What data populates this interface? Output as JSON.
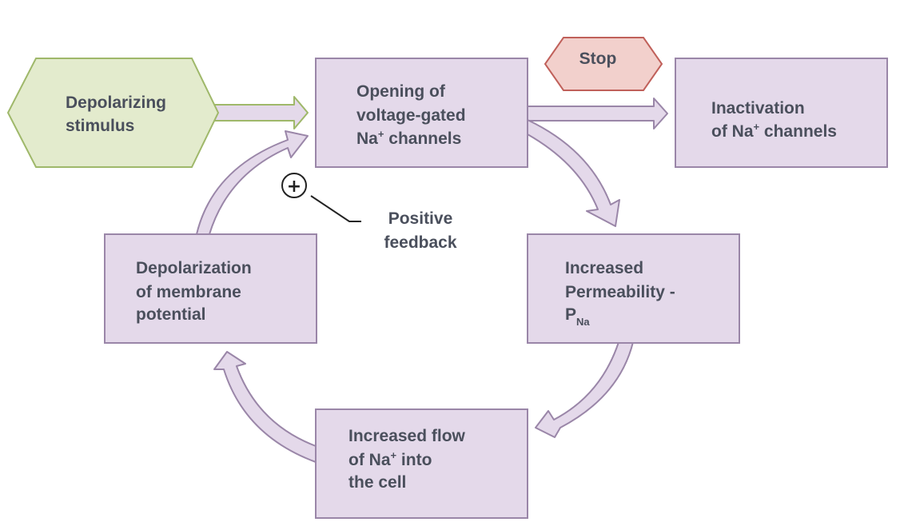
{
  "colors": {
    "box_fill": "#e4d9ea",
    "box_stroke": "#9a86a8",
    "arrow_fill": "#e4d9ea",
    "arrow_stroke": "#9a86a8",
    "stimulus_fill": "#e3ebcd",
    "stimulus_stroke": "#9fb86a",
    "stop_fill": "#f2d0cc",
    "stop_stroke": "#c0605a",
    "text": "#4a4f5c"
  },
  "nodes": {
    "stimulus": {
      "line1": "Depolarizing",
      "line2": "stimulus"
    },
    "opening": {
      "line1": "Opening of",
      "line2": "voltage-gated",
      "line3_base": "Na",
      "line3_sup": "+",
      "line3_rest": " channels"
    },
    "stop": {
      "label": "Stop"
    },
    "inactivation": {
      "line1": "Inactivation",
      "line2_pre": "of Na",
      "line2_sup": "+",
      "line2_rest": " channels"
    },
    "permeability": {
      "line1": "Increased",
      "line2": "Permeability -",
      "line3_base": "P",
      "line3_sub": "Na"
    },
    "flow": {
      "line1": "Increased flow",
      "line2_pre": "of Na",
      "line2_sup": "+",
      "line2_rest": " into",
      "line3": "the cell"
    },
    "depolarization": {
      "line1": "Depolarization",
      "line2": "of membrane",
      "line3": "potential"
    }
  },
  "feedback": {
    "symbol": "+",
    "line1": "Positive",
    "line2": "feedback"
  }
}
